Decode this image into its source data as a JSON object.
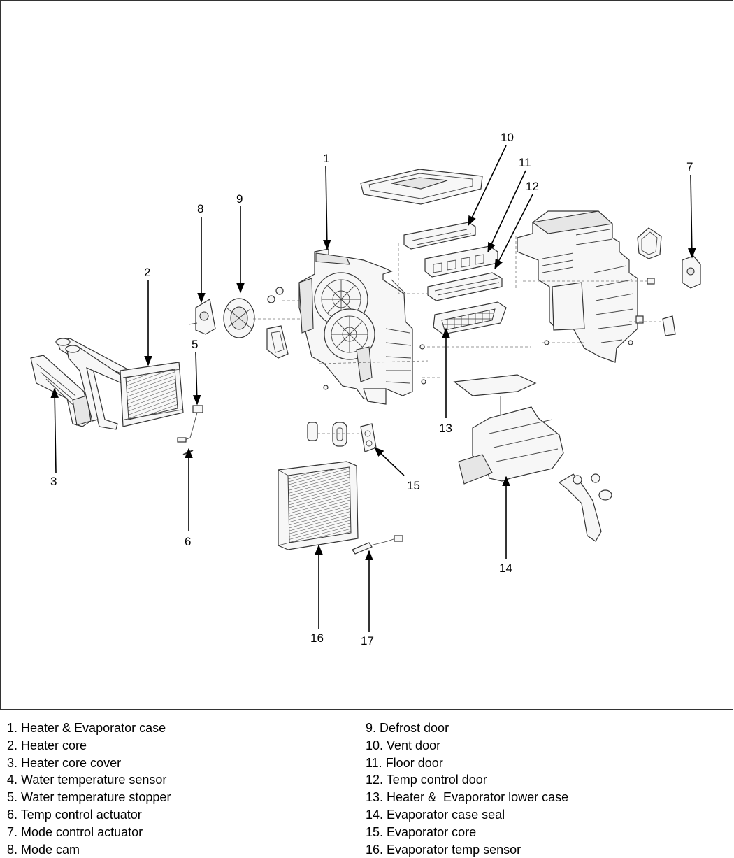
{
  "callouts": [
    "1",
    "2",
    "3",
    "5",
    "6",
    "7",
    "8",
    "9",
    "10",
    "11",
    "12",
    "13",
    "14",
    "15",
    "16",
    "17"
  ],
  "legend": {
    "left": [
      "1. Heater & Evaporator case",
      "2. Heater core",
      "3. Heater core cover",
      "4. Water temperature sensor",
      "5. Water temperature stopper",
      "6. Temp control actuator",
      "7. Mode control actuator",
      "8. Mode cam"
    ],
    "right": [
      "9. Defrost door",
      "10. Vent door",
      "11. Floor door",
      "12. Temp control door",
      "13. Heater &  Evaporator lower case",
      "14. Evaporator case seal",
      "15. Evaporator core",
      "16. Evaporator temp sensor"
    ]
  }
}
